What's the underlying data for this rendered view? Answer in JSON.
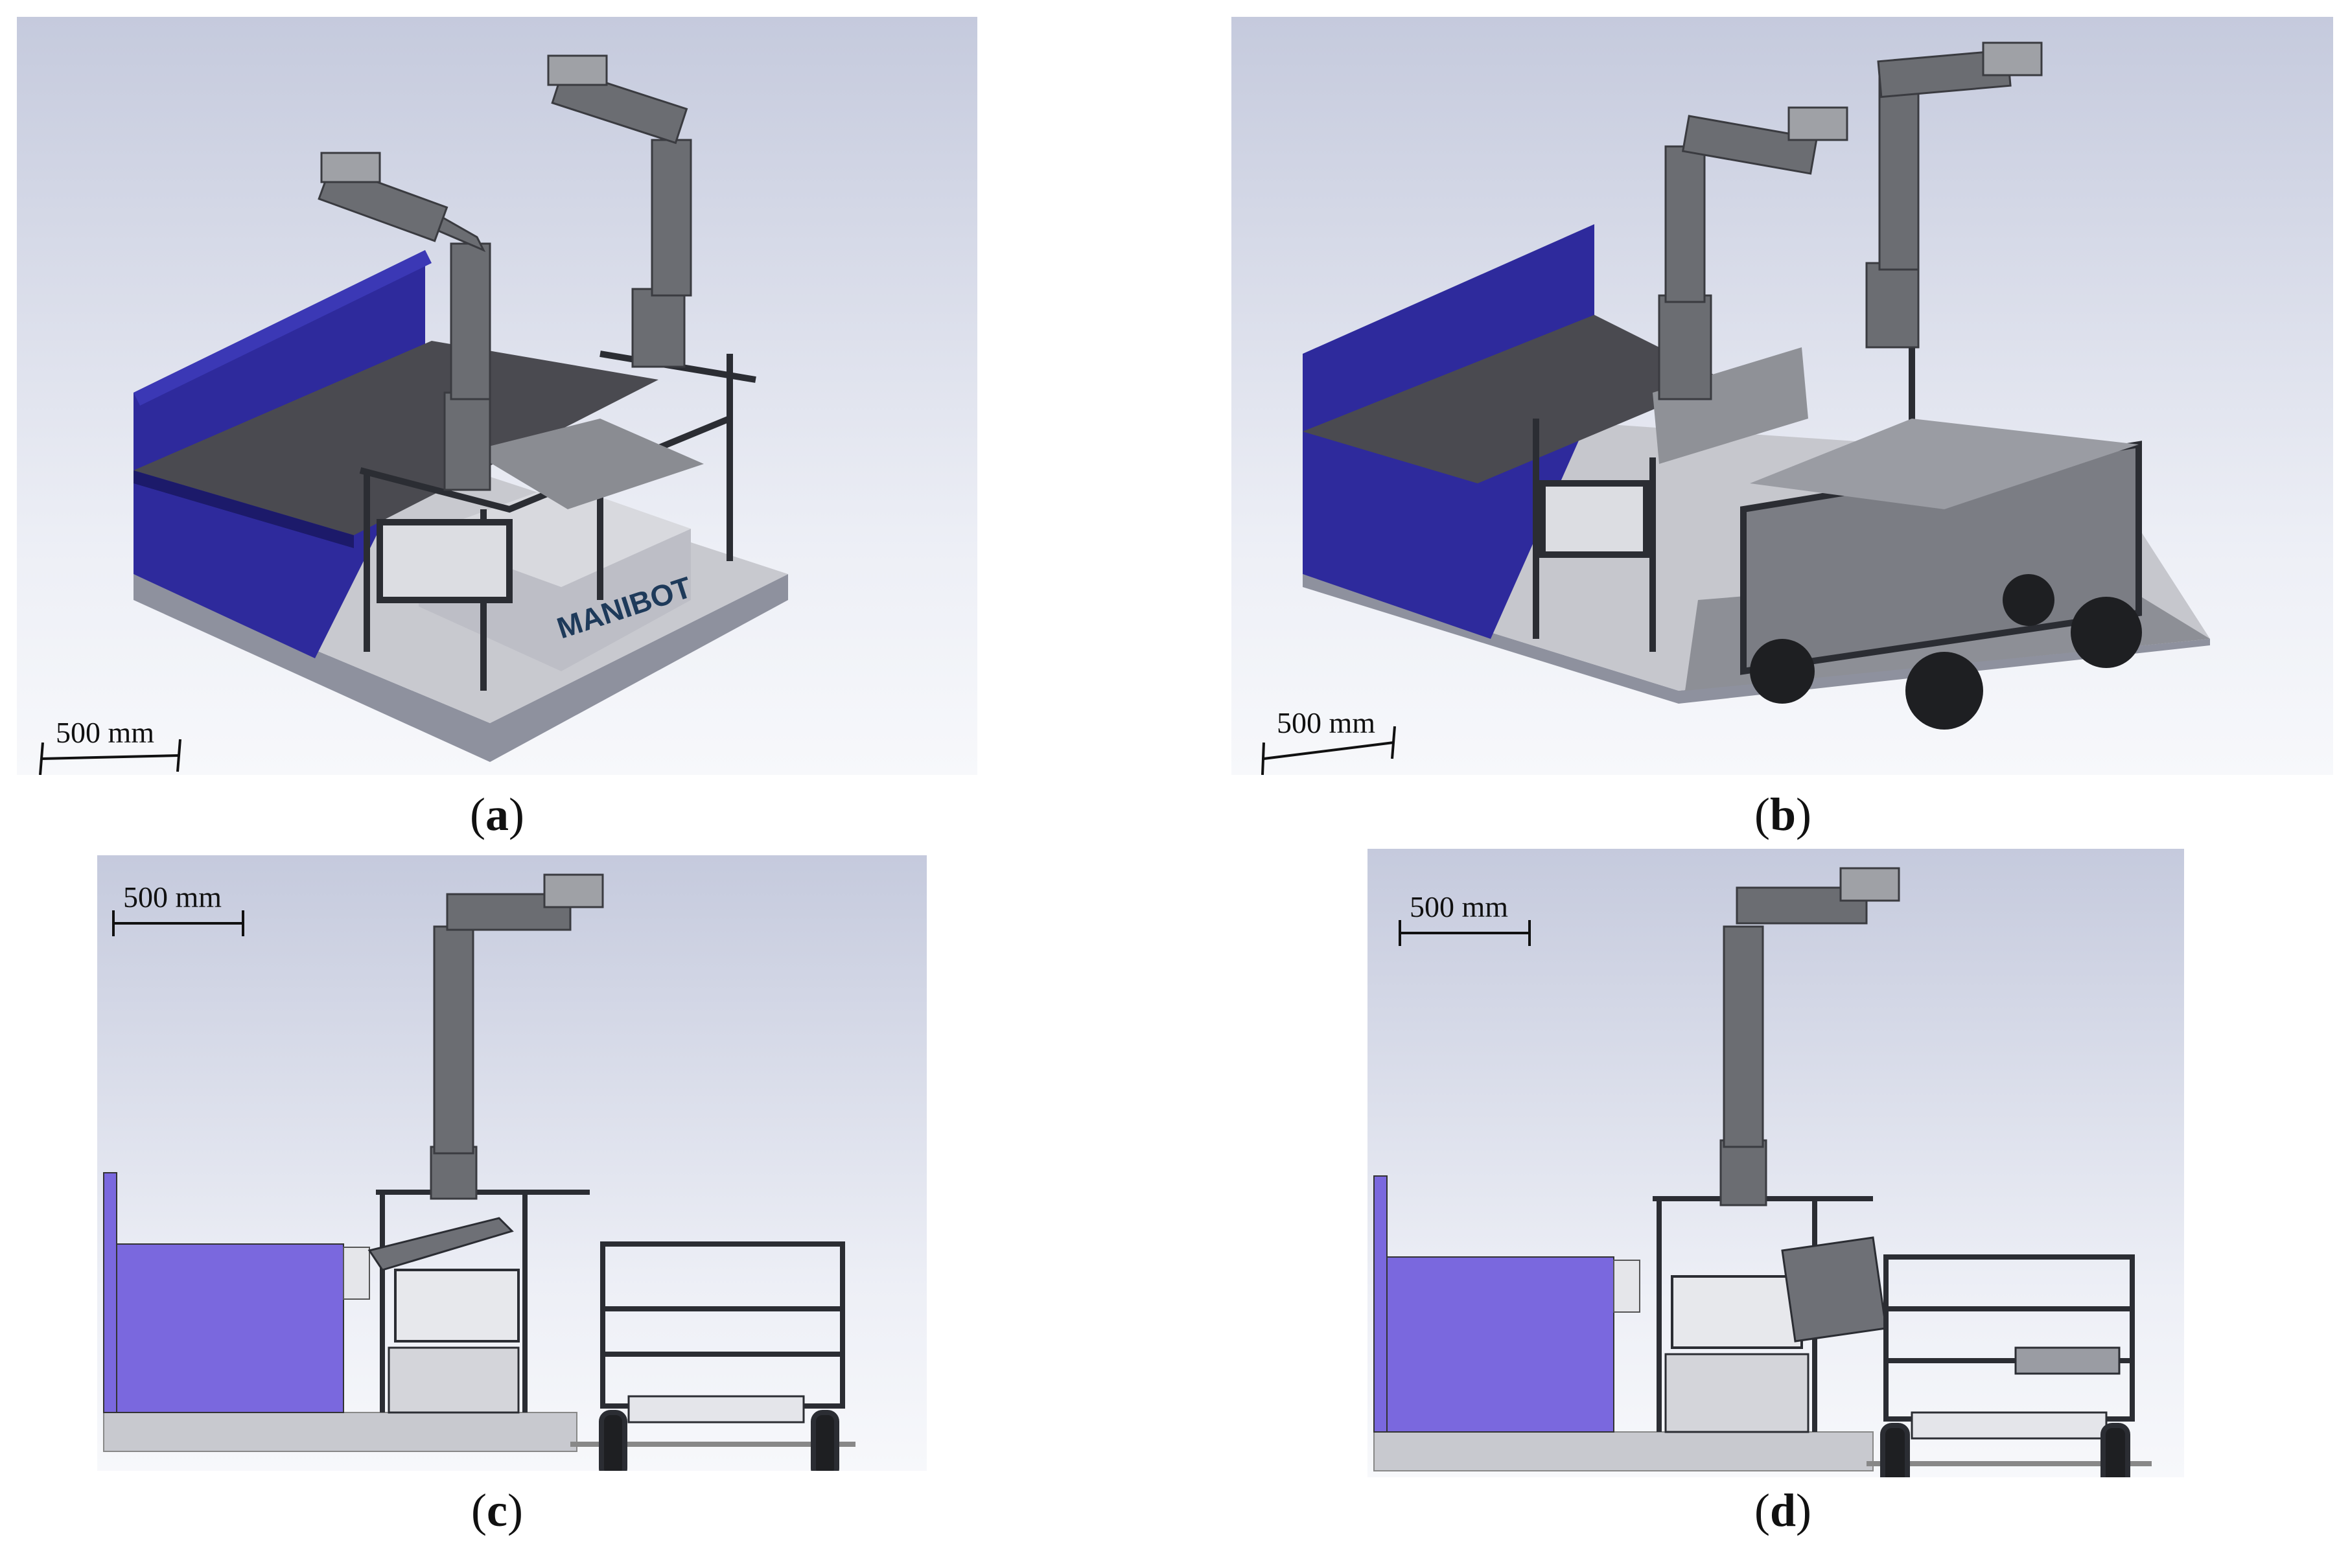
{
  "panels": [
    {
      "id": "a",
      "caption_letter": "a",
      "scale_label": "500 mm",
      "logo_text": "MANIBOT"
    },
    {
      "id": "b",
      "caption_letter": "b",
      "scale_label": "500 mm"
    },
    {
      "id": "c",
      "caption_letter": "c",
      "scale_label": "500 mm"
    },
    {
      "id": "d",
      "caption_letter": "d",
      "scale_label": "500 mm"
    }
  ],
  "colors": {
    "background_gradient_top": "#c8cde0",
    "background_gradient_bottom": "#f4f5fa",
    "conveyor_blue": "#2e2a9c",
    "side_view_blue": "#7a68de",
    "platform_grey": "#8c8f9c",
    "robot_grey": "#6b6d72",
    "frame_dark": "#2b2d33"
  }
}
